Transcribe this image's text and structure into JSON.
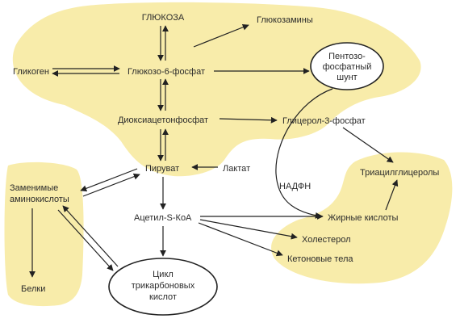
{
  "colors": {
    "region_fill": "#f8ecaa",
    "line": "#222222",
    "text": "#2b2b2b",
    "oval_fill": "#ffffff"
  },
  "nodes": {
    "glucose": "ГЛЮКОЗА",
    "glucosamines": "Глюкозамины",
    "glycogen": "Гликоген",
    "glucose6p": "Глюкозо-6-фосфат",
    "pentose_line1": "Пентозо-",
    "pentose_line2": "фосфатный",
    "pentose_line3": "шунт",
    "dhap": "Диоксиацетонфосфат",
    "glycerol3p": "Глицерол-3-фосфат",
    "nonessential_line1": "Заменимые",
    "nonessential_line2": "аминокислоты",
    "pyruvate": "Пируват",
    "lactate": "Лактат",
    "nadph": "НАДФН",
    "triacylglycerols": "Триацилглицеролы",
    "acetyl_coa": "Ацетил-S-КоА",
    "fatty_acids": "Жирные кислоты",
    "cholesterol": "Холестерол",
    "ketone_bodies": "Кетоновые тела",
    "proteins": "Белки",
    "tca_line1": "Цикл",
    "tca_line2": "трикарбоновых",
    "tca_line3": "кислот"
  }
}
